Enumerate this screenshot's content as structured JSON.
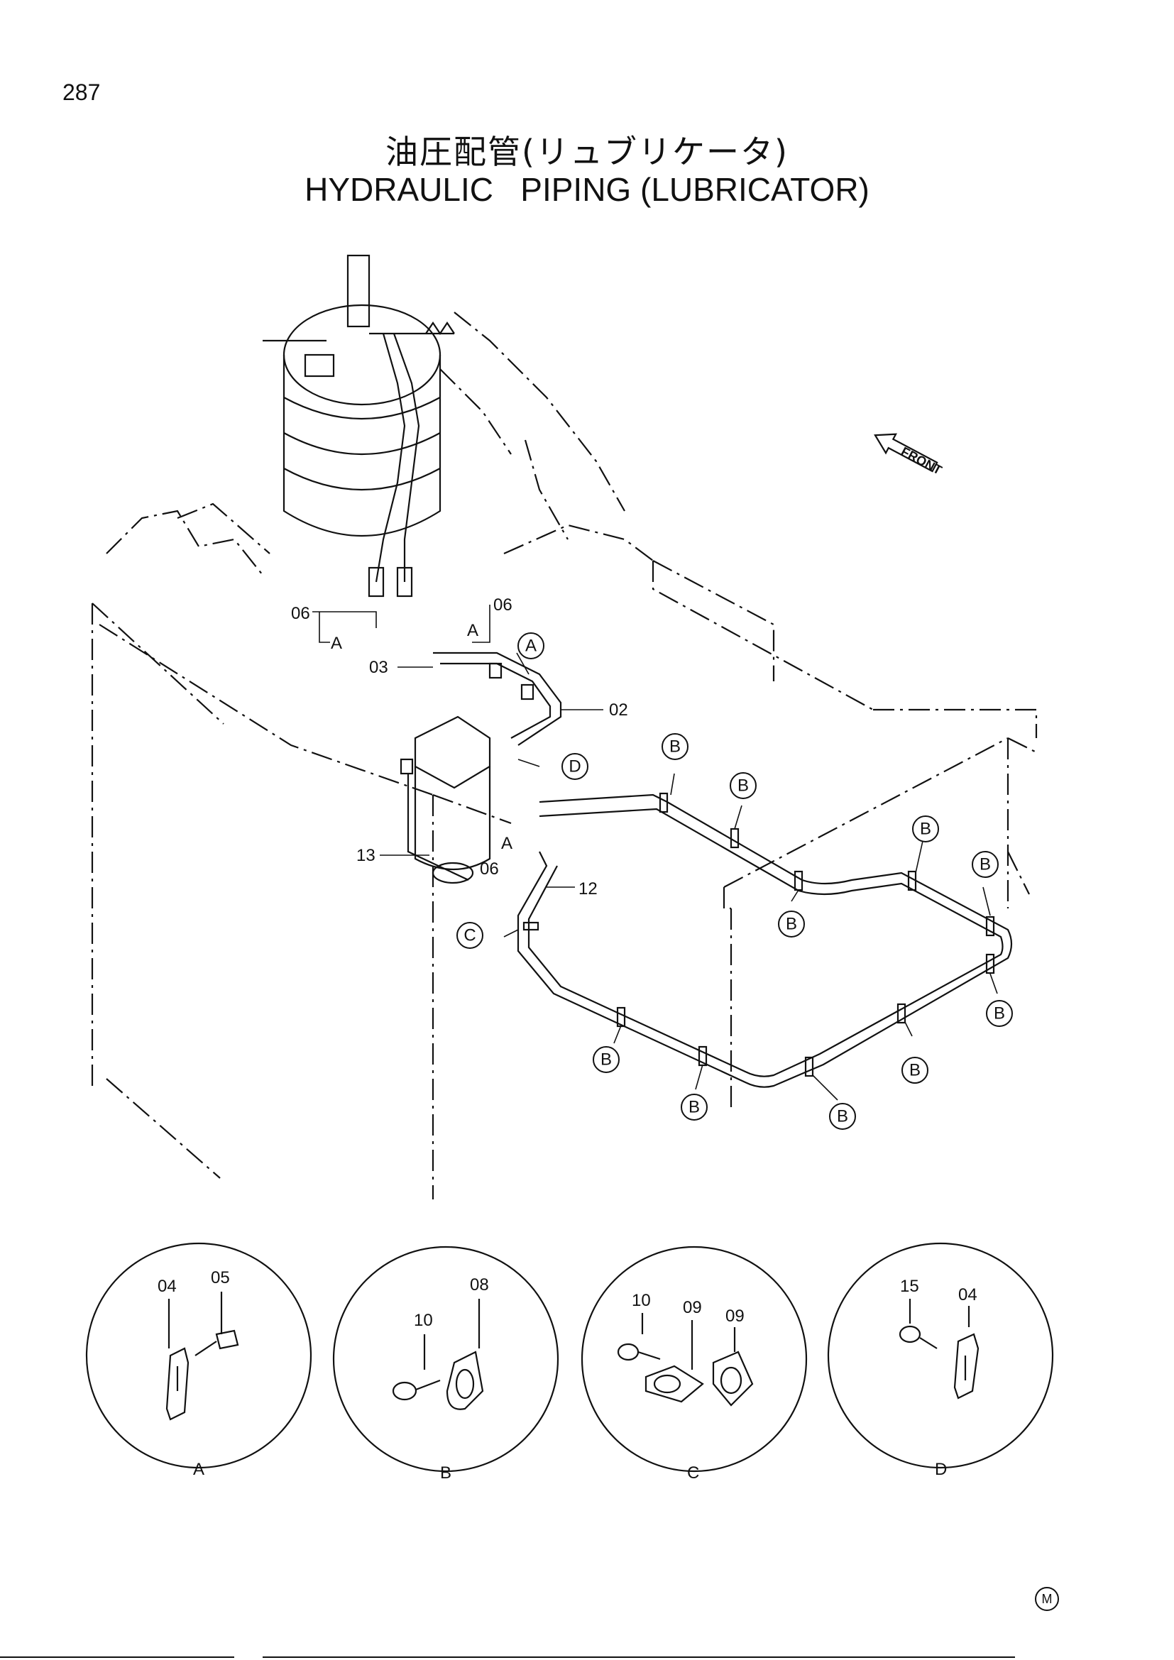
{
  "page_number": "287",
  "title_jp": "油圧配管(リュブリケータ)",
  "title_en": "HYDRAULIC   PIPING (LUBRICATOR)",
  "front_arrow_label": "FRONT",
  "part_labels": {
    "p06_left": "06",
    "p06_right": "06",
    "p06_lower": "06",
    "p03": "03",
    "p02": "02",
    "p13": "13",
    "p12": "12",
    "a_left": "A",
    "a_right": "A",
    "a_lower": "A"
  },
  "callouts": {
    "A": "A",
    "B": "B",
    "C": "C",
    "D": "D"
  },
  "details": [
    {
      "letter": "A",
      "parts": [
        "04",
        "05"
      ]
    },
    {
      "letter": "B",
      "parts": [
        "10",
        "08"
      ]
    },
    {
      "letter": "C",
      "parts": [
        "10",
        "09",
        "09"
      ]
    },
    {
      "letter": "D",
      "parts": [
        "15",
        "04"
      ]
    }
  ],
  "corner_mark": "M"
}
